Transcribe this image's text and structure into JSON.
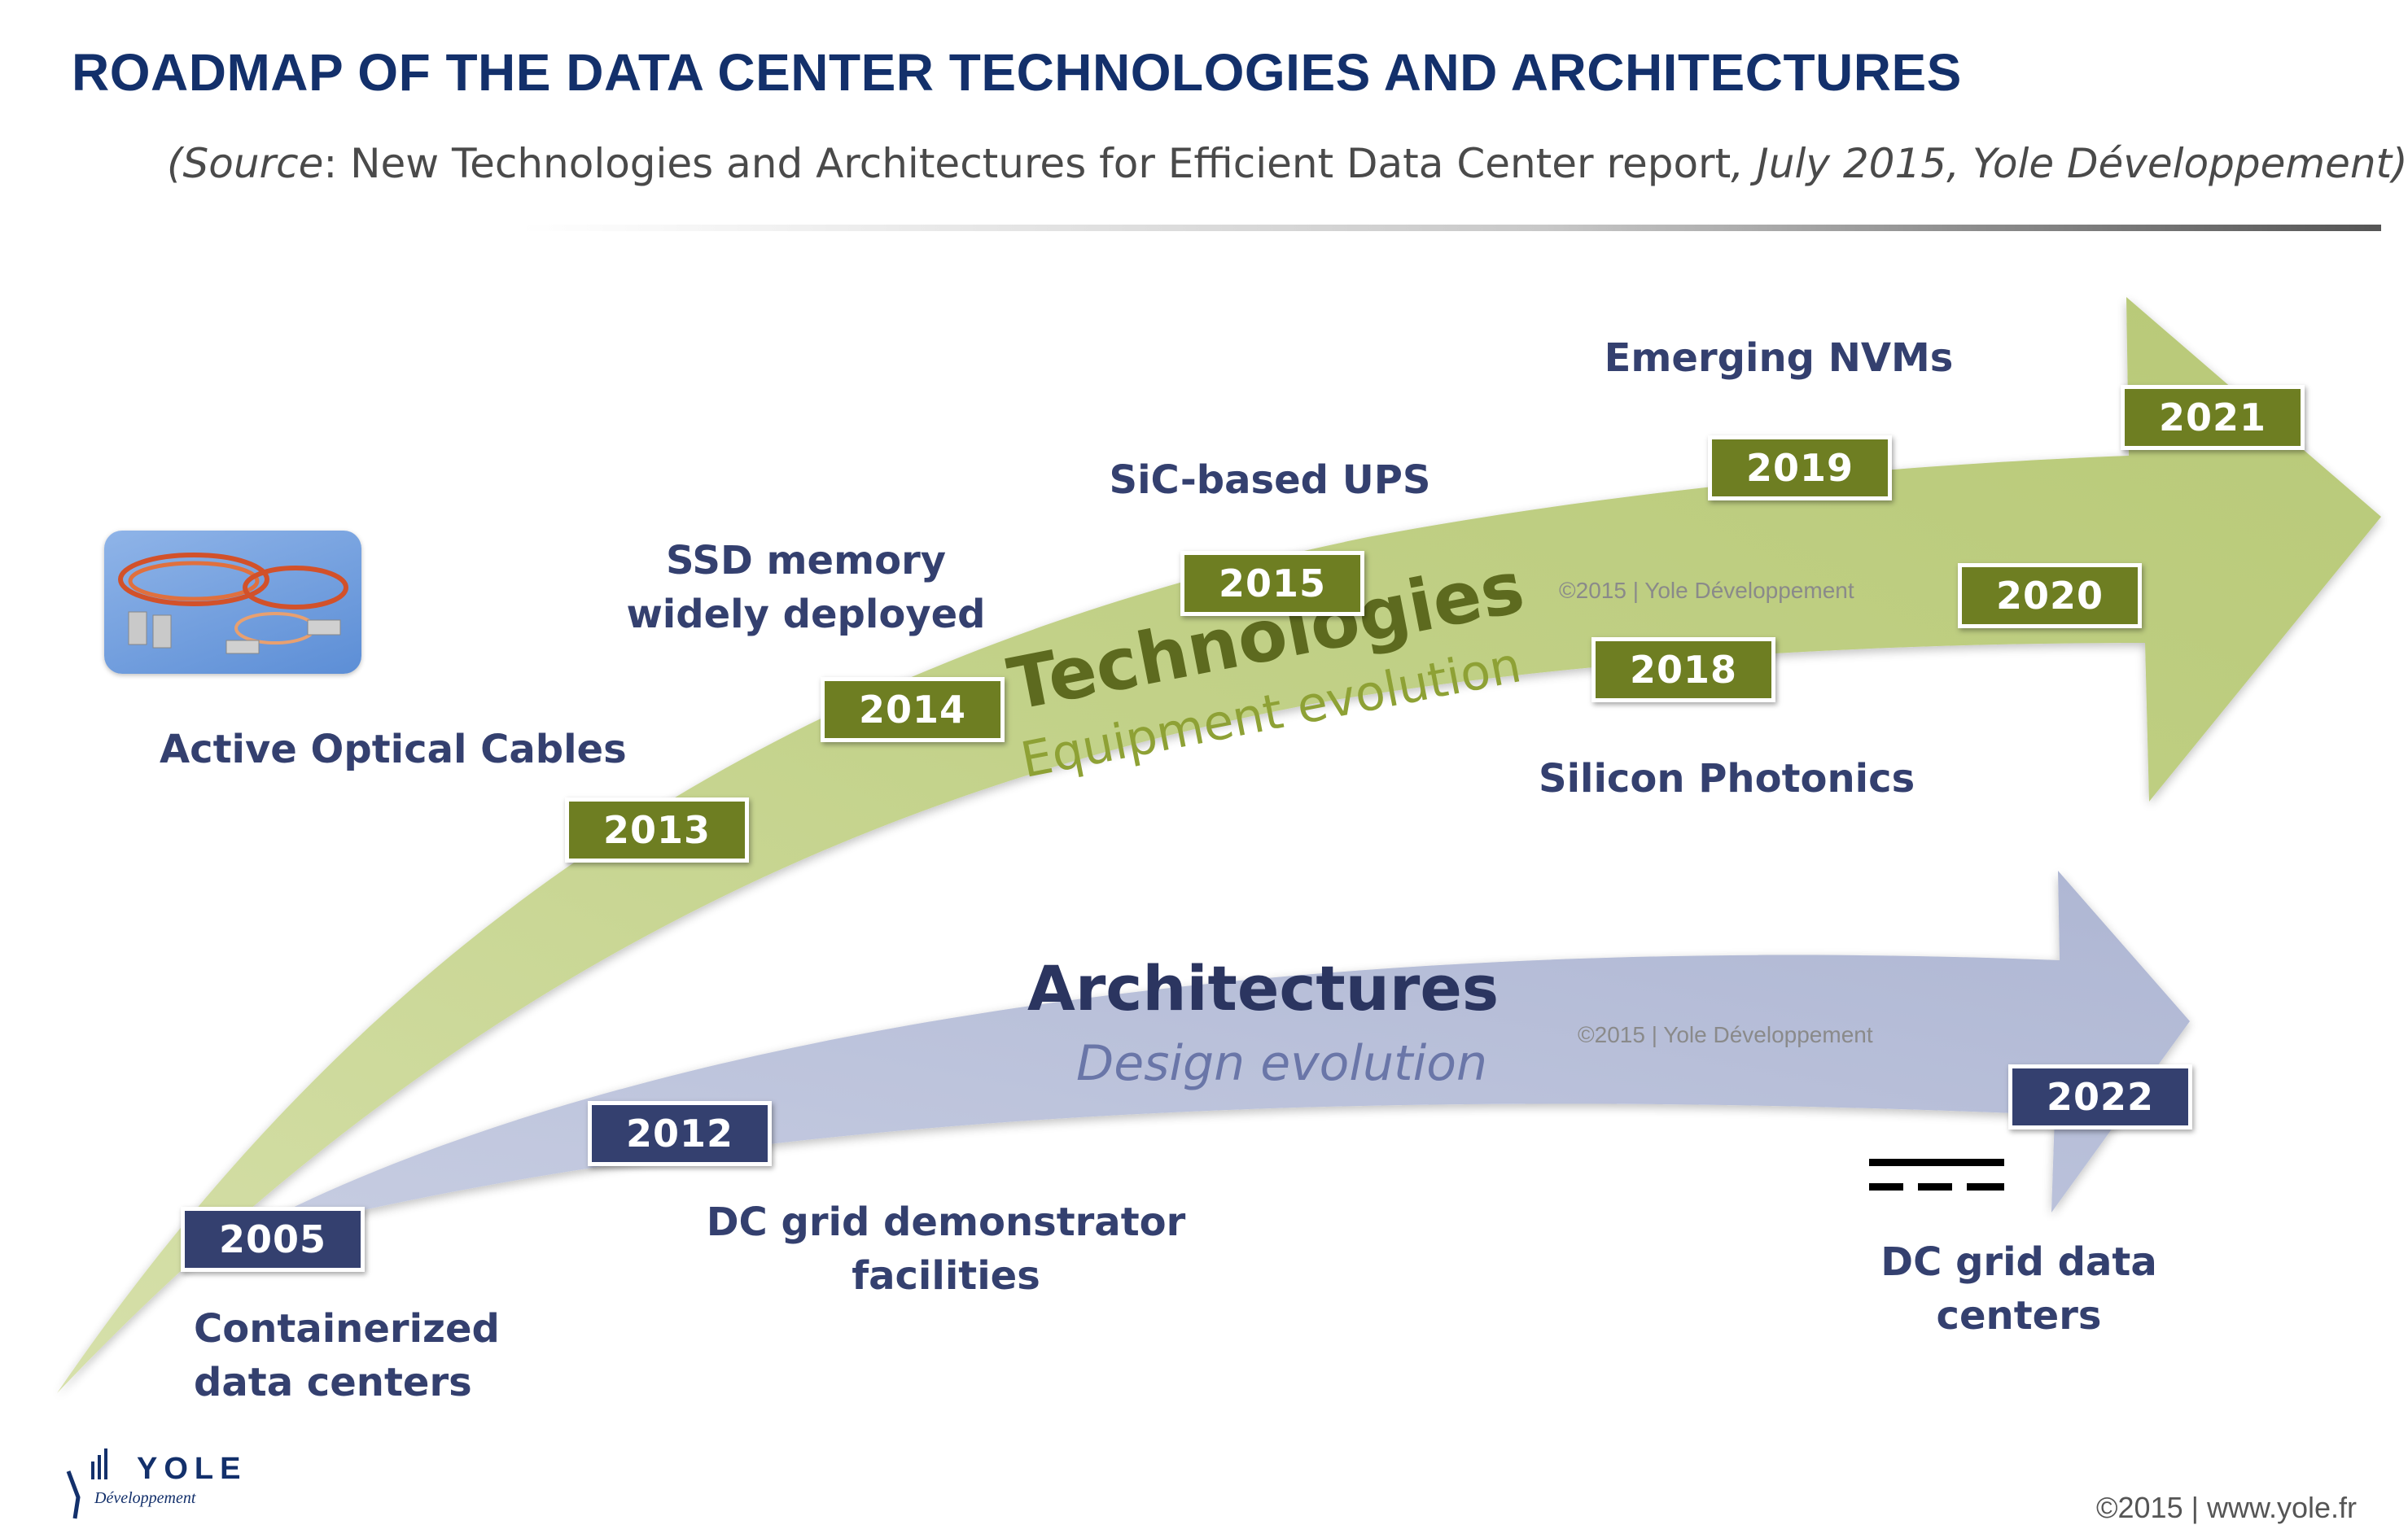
{
  "title": "ROADMAP OF THE DATA CENTER TECHNOLOGIES AND ARCHITECTURES",
  "source": {
    "open": "(",
    "source_word": "Source",
    "colon": ": ",
    "report": "New Technologies and Architectures for Efficient Data Center report",
    "date_pub": ", July 2015, Yole Développement)"
  },
  "technologies_arrow": {
    "title": "Technologies",
    "subtitle": "Equipment evolution",
    "watermark": "©2015 | Yole Développement",
    "color": "#c5d38f"
  },
  "architectures_arrow": {
    "title": "Architectures",
    "subtitle": "Design evolution",
    "watermark": "©2015 | Yole Développement",
    "color": "#b7bfd8"
  },
  "milestones": [
    {
      "year": "2005",
      "track": "architectures"
    },
    {
      "year": "2012",
      "track": "architectures"
    },
    {
      "year": "2013",
      "track": "technologies"
    },
    {
      "year": "2014",
      "track": "technologies"
    },
    {
      "year": "2015",
      "track": "technologies"
    },
    {
      "year": "2018",
      "track": "technologies"
    },
    {
      "year": "2019",
      "track": "technologies"
    },
    {
      "year": "2020",
      "track": "technologies"
    },
    {
      "year": "2021",
      "track": "technologies"
    },
    {
      "year": "2022",
      "track": "architectures"
    }
  ],
  "labels": {
    "active_optical_cables": "Active Optical Cables",
    "ssd_line1": "SSD memory",
    "ssd_line2": "widely deployed",
    "sic_ups": "SiC-based UPS",
    "emerging_nvms": "Emerging NVMs",
    "silicon_photonics": "Silicon Photonics",
    "containerized_line1": "Containerized",
    "containerized_line2": "data centers",
    "dc_grid_demo_line1": "DC grid demonstrator",
    "dc_grid_demo_line2": "facilities",
    "dc_grid_dc_line1": "DC grid data",
    "dc_grid_dc_line2": "centers"
  },
  "icons": {
    "cable_image": "optical-cables-photo",
    "dc_symbol": "dc-current-symbol"
  },
  "footer": {
    "logo_name": "YOLE",
    "logo_sub": "Développement",
    "copyright": "©2015 | www.yole.fr"
  },
  "colors": {
    "title": "#13306b",
    "green_box": "#6e7e22",
    "navy_box": "#34406f",
    "label_text": "#34406f"
  }
}
